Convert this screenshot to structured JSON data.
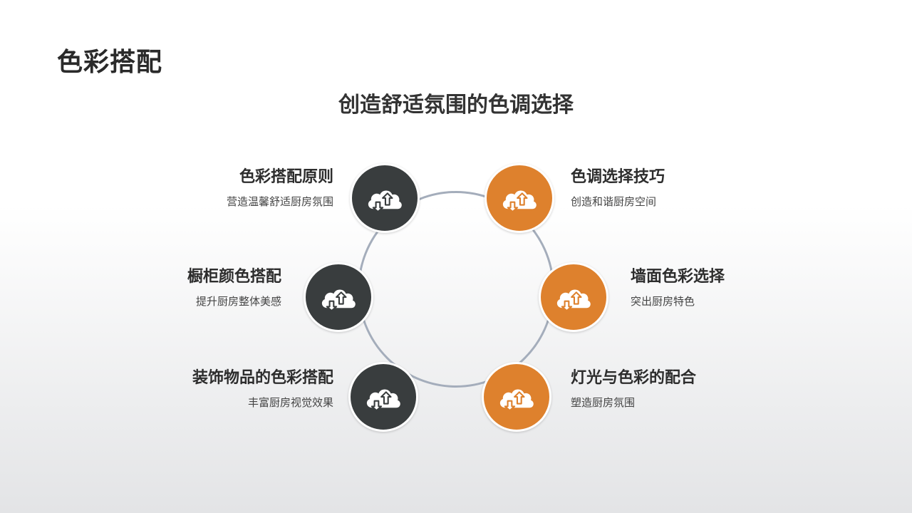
{
  "page_title": "色彩搭配",
  "subtitle": "创造舒适氛围的色调选择",
  "colors": {
    "dark": "#393d3e",
    "orange": "#de812d",
    "ring": "#a4adbb"
  },
  "icon": "cloud-sync-icon",
  "items": [
    {
      "title": "色彩搭配原则",
      "desc": "营造温馨舒适厨房氛围",
      "color": "dark"
    },
    {
      "title": "色调选择技巧",
      "desc": "创造和谐厨房空间",
      "color": "orange"
    },
    {
      "title": "橱柜颜色搭配",
      "desc": "提升厨房整体美感",
      "color": "dark"
    },
    {
      "title": "墙面色彩选择",
      "desc": "突出厨房特色",
      "color": "orange"
    },
    {
      "title": "装饰物品的色彩搭配",
      "desc": "丰富厨房视觉效果",
      "color": "dark"
    },
    {
      "title": "灯光与色彩的配合",
      "desc": "塑造厨房氛围",
      "color": "orange"
    }
  ]
}
